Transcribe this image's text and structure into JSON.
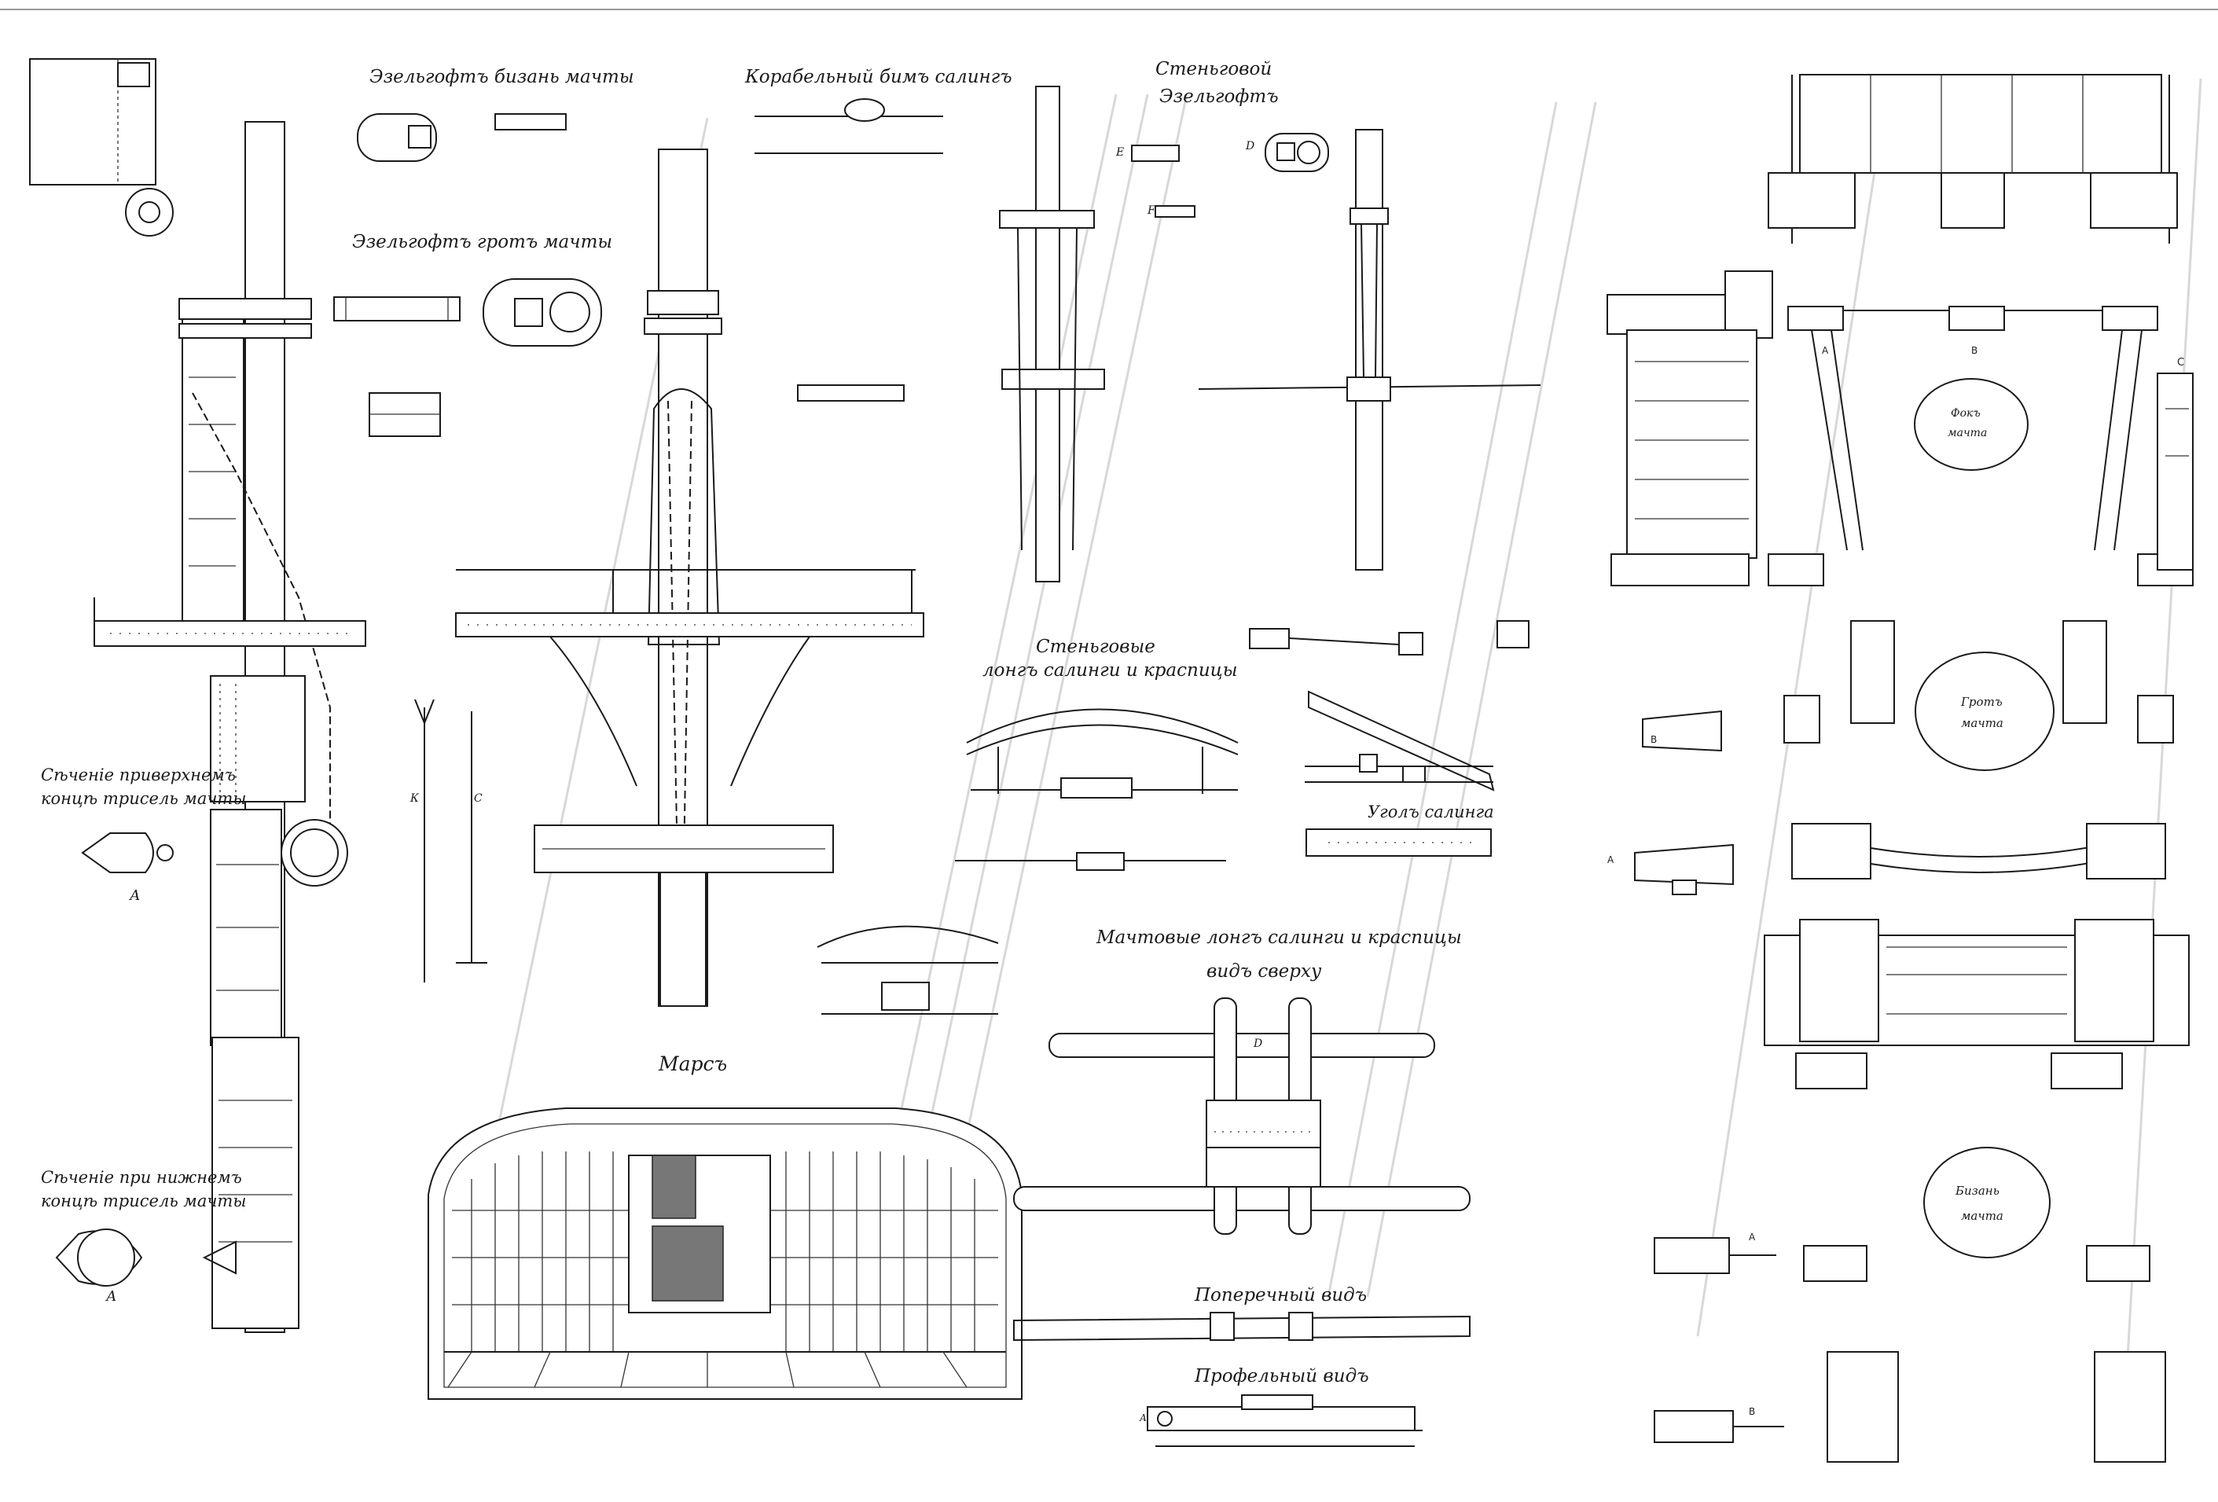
{
  "labels": {
    "bizan_eselsgoft": "Эзельгофтъ бизань мачты",
    "grot_eselsgoft": "Эзельгофтъ гротъ мачты",
    "korabelny_bims": "Корабельный бимъ салингъ",
    "stengovoy_line1": "Стеньговой",
    "stengovoy_line2": "Эзельгофтъ",
    "stengovye_line1": "Стеньговые",
    "stengovye_line2": "лонгъ салинги и краспицы",
    "ugol_salinga": "Уголъ салинга",
    "machtovye_line1": "Мачтовые лонгъ салинги и краспицы",
    "machtovye_line2": "видъ сверху",
    "poperechny": "Поперечный видъ",
    "profilny": "Профельный видъ",
    "mars": "Марсъ",
    "sechenie_upper_1": "Сѣченіе приверхнемъ",
    "sechenie_upper_2": "концѣ трисель мачты",
    "sechenie_lower_1": "Сѣченіе при нижнемъ",
    "sechenie_lower_2": "концѣ трисель мачты",
    "bizan_circle_1": "Бизань",
    "bizan_circle_2": "мачта",
    "grot_circle_1": "Гротъ",
    "grot_circle_2": "мачта",
    "fok_circle_1": "Фокъ",
    "fok_circle_2": "мачта"
  },
  "letters": {
    "a": "А",
    "b": "В",
    "c": "С",
    "d": "D",
    "e": "Е",
    "f": "F",
    "k": "К",
    "s": "С"
  }
}
